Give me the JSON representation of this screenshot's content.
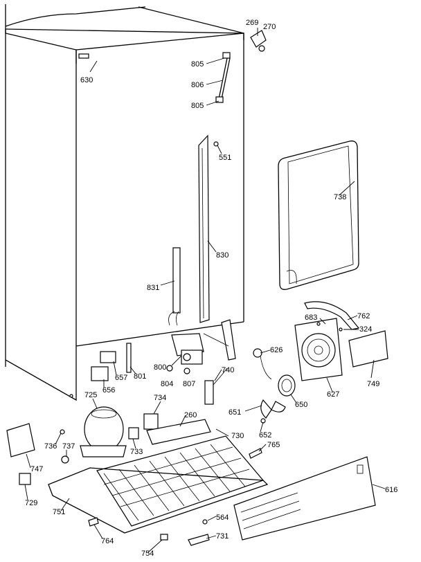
{
  "labels": [
    {
      "id": "l630",
      "text": "630"
    },
    {
      "id": "l269",
      "text": "269"
    },
    {
      "id": "l270",
      "text": "270"
    },
    {
      "id": "l805a",
      "text": "805"
    },
    {
      "id": "l806",
      "text": "806"
    },
    {
      "id": "l805b",
      "text": "805"
    },
    {
      "id": "l551",
      "text": "551"
    },
    {
      "id": "l738",
      "text": "738"
    },
    {
      "id": "l830",
      "text": "830"
    },
    {
      "id": "l831",
      "text": "831"
    },
    {
      "id": "l762",
      "text": "762"
    },
    {
      "id": "l683",
      "text": "683"
    },
    {
      "id": "l324",
      "text": "324"
    },
    {
      "id": "l626",
      "text": "626"
    },
    {
      "id": "l657",
      "text": "657"
    },
    {
      "id": "l801",
      "text": "801"
    },
    {
      "id": "l800",
      "text": "800"
    },
    {
      "id": "l656",
      "text": "656"
    },
    {
      "id": "l804",
      "text": "804"
    },
    {
      "id": "l807",
      "text": "807"
    },
    {
      "id": "l740",
      "text": "740"
    },
    {
      "id": "l749",
      "text": "749"
    },
    {
      "id": "l627",
      "text": "627"
    },
    {
      "id": "l650",
      "text": "650"
    },
    {
      "id": "l725",
      "text": "725"
    },
    {
      "id": "l734",
      "text": "734"
    },
    {
      "id": "l651",
      "text": "651"
    },
    {
      "id": "l260",
      "text": "260"
    },
    {
      "id": "l652",
      "text": "652"
    },
    {
      "id": "l730",
      "text": "730"
    },
    {
      "id": "l736",
      "text": "736"
    },
    {
      "id": "l737",
      "text": "737"
    },
    {
      "id": "l733",
      "text": "733"
    },
    {
      "id": "l765",
      "text": "765"
    },
    {
      "id": "l747",
      "text": "747"
    },
    {
      "id": "l616",
      "text": "616"
    },
    {
      "id": "l729",
      "text": "729"
    },
    {
      "id": "l751",
      "text": "751"
    },
    {
      "id": "l564",
      "text": "564"
    },
    {
      "id": "l764",
      "text": "764"
    },
    {
      "id": "l731",
      "text": "731"
    },
    {
      "id": "l754",
      "text": "754"
    }
  ]
}
